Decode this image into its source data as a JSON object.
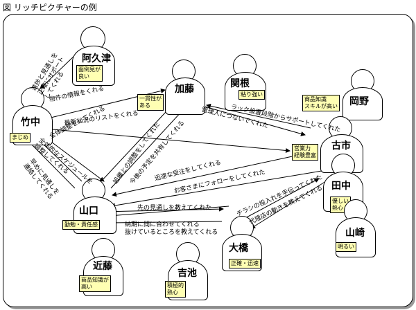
{
  "title": "図 リッチピクチャーの例",
  "people": {
    "akutsu": {
      "name": "阿久津",
      "note": "面倒見が\n良い"
    },
    "katou": {
      "name": "加藤",
      "note": "一貫性が\nある"
    },
    "sekine": {
      "name": "関根",
      "note": "粘り強い"
    },
    "okano": {
      "name": "岡野",
      "note": "商品知識\nスキルが高い"
    },
    "takenaka": {
      "name": "竹中",
      "note": "まじめ"
    },
    "furuichi": {
      "name": "古市",
      "note": "営業力\n経験豊富"
    },
    "tanaka": {
      "name": "田中",
      "note": "優しい\n熱心"
    },
    "yamaguchi": {
      "name": "山口",
      "note": "勤勉・責任感"
    },
    "yamazaki": {
      "name": "山崎",
      "note": "明るい"
    },
    "oohashi": {
      "name": "大橋",
      "note": "正確・迅速"
    },
    "kondou": {
      "name": "近藤",
      "note": "商品知識が\n高い"
    },
    "yoshiike": {
      "name": "吉池",
      "note": "積極的\n熱心"
    }
  },
  "labels": {
    "l1": "進捗と見通しを\n正確にサポート\nしてくれる",
    "l2": "物件の情報をくれる",
    "l3": "最新状況のリストをくれる",
    "l4": "全体調整をしてくれる",
    "l5": "全体的なスケジュールを\n調整してくれる",
    "l6": "早めに見通しを\n連絡してくれる",
    "l7": "設備との調整をしてくれた",
    "l8": "今後の予定を共有してくれる",
    "l9": "管理人につないでくれた",
    "l10": "ラック設置段階からサポートしてくれた",
    "l11": "迅速な受注をしてくれる",
    "l12": "お客さまにフォローをしてくれた",
    "l13": "先の見通しを教えてくれた",
    "l14": "チラシの投入れを手伝ってくれた",
    "l15": "代理店の動きを教えてくれる",
    "l16": "納期に間に合わせてくれる\n抜けているところを教えてくれる"
  }
}
